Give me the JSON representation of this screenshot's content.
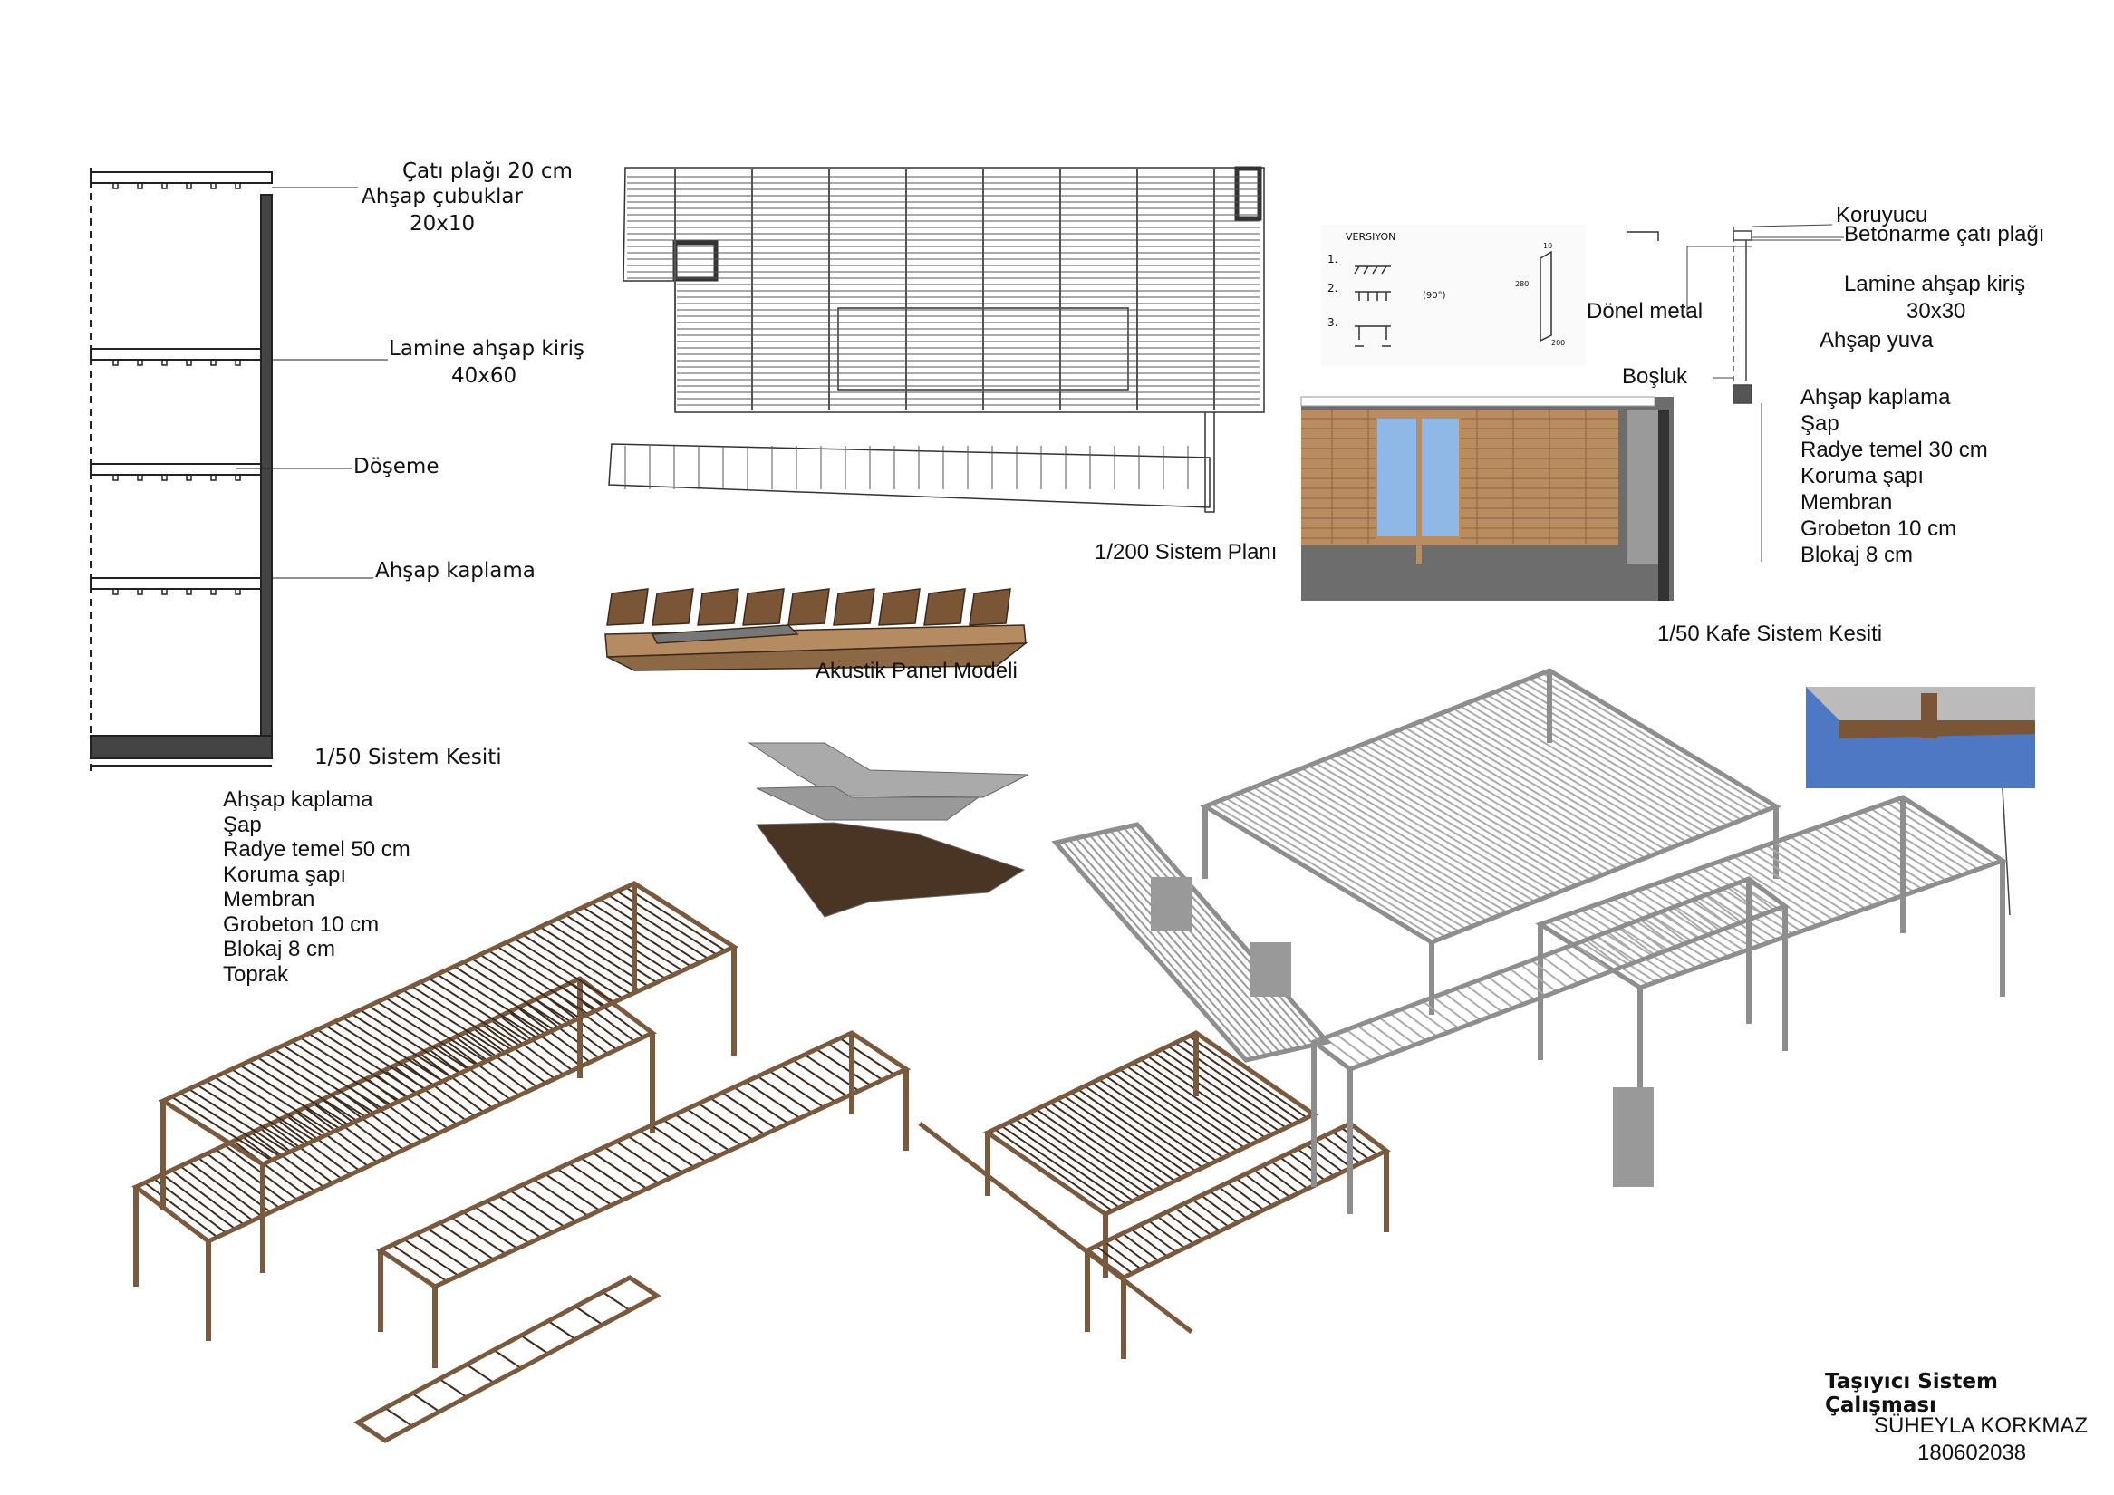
{
  "section_left": {
    "labels": [
      "Çatı plağı 20 cm",
      "Ahşap çubuklar",
      "20x10",
      "Lamine ahşap kiriş",
      "40x60",
      "Döşeme",
      "Ahşap kaplama"
    ],
    "caption": "1/50 Sistem Kesiti",
    "layers": [
      "Ahşap kaplama",
      "Şap",
      "Radye temel 50 cm",
      "Koruma şapı",
      "Membran",
      "Grobeton 10 cm",
      "Blokaj 8 cm",
      "Toprak"
    ]
  },
  "plan": {
    "caption": "1/200 Sistem Planı"
  },
  "acoustic": {
    "caption": "Akustik Panel Modeli"
  },
  "sketch": {
    "heading": "VERSIYON",
    "items": [
      "1.",
      "2.",
      "3."
    ],
    "note2": "(90°)",
    "dims": [
      "10",
      "280",
      "200"
    ]
  },
  "cafe": {
    "labels": [
      "Koruyucu",
      "Betonarme çatı plağı",
      "Lamine ahşap kiriş",
      "30x30",
      "Ahşap yuva",
      "Dönel metal",
      "Boşluk"
    ],
    "layers": [
      "Ahşap kaplama",
      "Şap",
      "Radye temel 30 cm",
      "Koruma şapı",
      "Membran",
      "Grobeton 10 cm",
      "Blokaj 8 cm"
    ],
    "caption": "1/50 Kafe Sistem Kesiti"
  },
  "title_block": {
    "title": "Taşıyıcı Sistem Çalışması",
    "author": "SÜHEYLA KORKMAZ",
    "student_no": "180602038"
  },
  "colors": {
    "wood": "#7a5a3e",
    "wood_dark": "#3e2c1f",
    "gray_model": "#8e8e8e",
    "glass": "#8fb8e6",
    "ink": "#111111"
  }
}
